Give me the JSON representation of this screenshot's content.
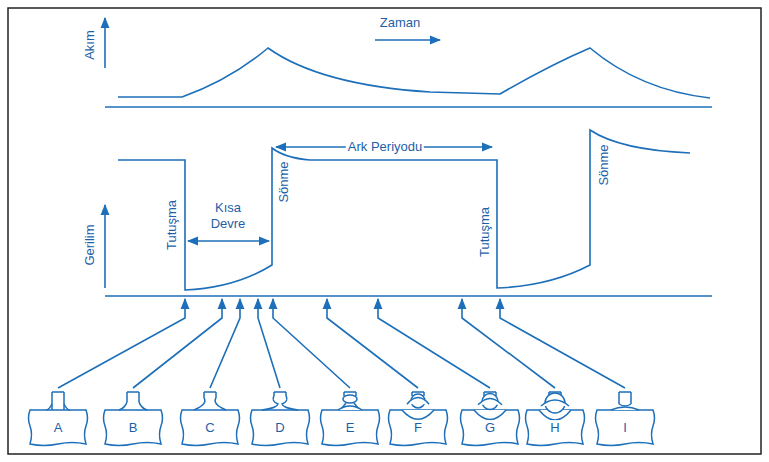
{
  "diagram": {
    "labels": [
      "Akım",
      "Zaman",
      "Gerilim",
      "Tutuşma",
      "Kısa Devre",
      "Sönme",
      "Ark Periyodu",
      "Tutuşma",
      "Sönme",
      "A",
      "B",
      "C",
      "D",
      "E",
      "F",
      "G",
      "H",
      "I"
    ]
  }
}
